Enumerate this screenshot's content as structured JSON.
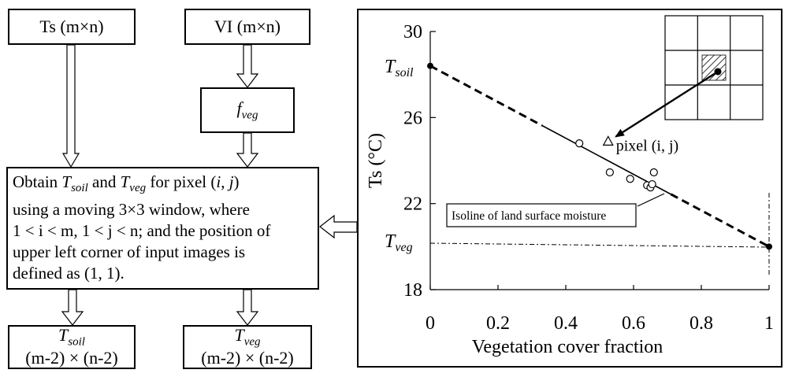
{
  "flowchart": {
    "ts_input": "Ts (m×n)",
    "vi_input": "VI (m×n)",
    "fveg": {
      "main": "f",
      "sub": "veg"
    },
    "process": {
      "p1": "Obtain ",
      "tsoil_main": "T",
      "tsoil_sub": "soil",
      "p2": " and ",
      "tveg_main": "T",
      "tveg_sub": "veg",
      "p3": " for pixel (",
      "i": "i",
      "p4": ", ",
      "j": "j",
      "p5": ")",
      "line2": "using a moving 3×3 window, where",
      "line3": "1 < i < m, 1 < j < n; and the position of",
      "line4": "upper left corner of input images is",
      "line5": "defined as (1, 1)."
    },
    "tsoil_output": {
      "main": "T",
      "sub": "soil",
      "dims": "(m-2) × (n-2)"
    },
    "tveg_output": {
      "main": "T",
      "sub": "veg",
      "dims": "(m-2) × (n-2)"
    }
  },
  "chart_data": {
    "type": "scatter",
    "xlabel": "Vegetation cover fraction",
    "ylabel": "Ts (°C)",
    "xlim": [
      0,
      1
    ],
    "ylim": [
      18,
      30
    ],
    "xticks": [
      "0",
      "0.2",
      "0.4",
      "0.6",
      "0.8",
      "1"
    ],
    "yticks": [
      "18",
      "22",
      "26",
      "30"
    ],
    "grid": false,
    "points": [
      {
        "x": 0.44,
        "y": 24.8
      },
      {
        "x": 0.53,
        "y": 23.45
      },
      {
        "x": 0.59,
        "y": 23.15
      },
      {
        "x": 0.64,
        "y": 22.85
      },
      {
        "x": 0.65,
        "y": 22.75
      },
      {
        "x": 0.655,
        "y": 22.9
      },
      {
        "x": 0.66,
        "y": 23.45
      }
    ],
    "target_pixel": {
      "x": 0.525,
      "y": 24.9,
      "label": "pixel (i, j)"
    },
    "endpoints": {
      "tsoil": {
        "x": 0,
        "y": 28.4,
        "label_main": "T",
        "label_sub": "soil"
      },
      "tveg": {
        "x": 1,
        "y": 20.0,
        "label_main": "T",
        "label_sub": "veg"
      }
    },
    "isoline_label": "Isoline of land surface moisture"
  },
  "colors": {
    "line": "#000000",
    "background": "#ffffff",
    "hatch": "#000000"
  }
}
